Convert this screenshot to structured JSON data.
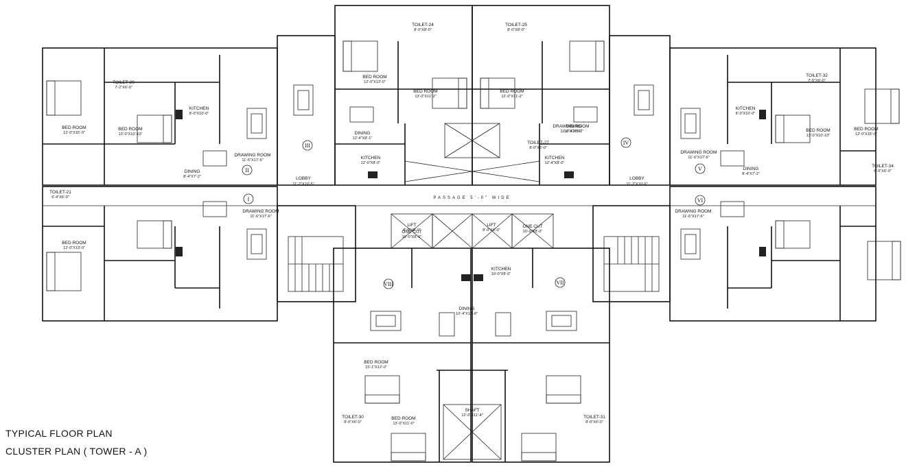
{
  "captions": {
    "line1": "TYPICAL FLOOR PLAN",
    "line2": "CLUSTER PLAN ( TOWER - A )"
  },
  "passage": "PASSAGE 5'-0\" WIDE",
  "lobbies": [
    {
      "name": "LOBBY",
      "dim": "11'-2\"X10'-5\""
    },
    {
      "name": "LOBBY",
      "dim": "11'-2\"X10'-6\""
    }
  ],
  "units": [
    "I",
    "II",
    "III",
    "IV",
    "V",
    "VI",
    "VII",
    "VIII"
  ],
  "rooms": [
    {
      "name": "BED ROOM",
      "dim": "12'-0\"X15'-0\""
    },
    {
      "name": "BED ROOM",
      "dim": "13'-0\"X10'-10\""
    },
    {
      "name": "KITCHEN",
      "dim": "8'-0\"X10'-0\""
    },
    {
      "name": "DRAWING ROOM",
      "dim": "11'-6\"X17'-6\""
    },
    {
      "name": "DINING",
      "dim": "8'-4\"X7'-2\""
    },
    {
      "name": "TOILET-20",
      "dim": "7'-2\"X6'-0\""
    },
    {
      "name": "TOILET-21",
      "dim": "6'-4\"X6'-0\""
    },
    {
      "name": "BED ROOM",
      "dim": "12'-0\"X13'-0\""
    },
    {
      "name": "DRAWING ROOM",
      "dim": "11'-6\"X17'-6\""
    },
    {
      "name": "KITCHEN",
      "dim": "12'-0\"X8'-0\""
    },
    {
      "name": "DINING",
      "dim": "12'-4\"X8'-1\""
    },
    {
      "name": "BED ROOM",
      "dim": "13'-0\"X11'-2\""
    },
    {
      "name": "TOILET-24",
      "dim": "8'-0\"X8'-0\""
    },
    {
      "name": "TOILET-25",
      "dim": "8'-0\"X8'-0\""
    },
    {
      "name": "BED ROOM",
      "dim": "12'-0\"X13'-0\""
    },
    {
      "name": "BED ROOM",
      "dim": "12'-0\"X11'-2\""
    },
    {
      "name": "DRAWING ROOM",
      "dim": "11'-6\"X17'-6\""
    },
    {
      "name": "DINING",
      "dim": "12'-4\"X8'-1\""
    },
    {
      "name": "KITCHEN",
      "dim": "12'-4\"X8'-0\""
    },
    {
      "name": "TOILET-27",
      "dim": "8'-0\"X6'-0\""
    },
    {
      "name": "TOILET-32",
      "dim": "7'-5\"X6'-0\""
    },
    {
      "name": "BED ROOM",
      "dim": "12'-0\"X15'-0\""
    },
    {
      "name": "BED ROOM",
      "dim": "13'-0\"X10'-10\""
    },
    {
      "name": "KITCHEN",
      "dim": "8'-0\"X10'-0\""
    },
    {
      "name": "DRAWING ROOM",
      "dim": "11'-6\"X17'-6\""
    },
    {
      "name": "DINING",
      "dim": "8'-4\"X7'-2\""
    },
    {
      "name": "TOILET-34",
      "dim": "6'-0\"X6'-0\""
    },
    {
      "name": "DRAWING ROOM",
      "dim": "11'-6\"X17'-6\""
    },
    {
      "name": "KITCHEN",
      "dim": "10'-0\"X8'-0\""
    },
    {
      "name": "DINING",
      "dim": "10'-4\"X12'-8\""
    },
    {
      "name": "BED ROOM",
      "dim": "15'-1\"X12'-0\""
    },
    {
      "name": "BED ROOM",
      "dim": "13'-0\"X11'-0\""
    },
    {
      "name": "TOILET-30",
      "dim": "8'-0\"X6'-0\""
    },
    {
      "name": "TOILET-31",
      "dim": "8'-0\"X6'-0\""
    },
    {
      "name": "SHAFT",
      "dim": "12'-0\"X11'-4\""
    },
    {
      "name": "LIFT",
      "dim": "8'-0\"X8'-0\""
    },
    {
      "name": "LIFT",
      "dim": "8'-0\"X8'-0\""
    },
    {
      "name": "ONE CUT",
      "dim": "10'-0\"X8'-0\""
    },
    {
      "name": "ONE CUT",
      "dim": "10'-0\"X8'-0\""
    }
  ]
}
